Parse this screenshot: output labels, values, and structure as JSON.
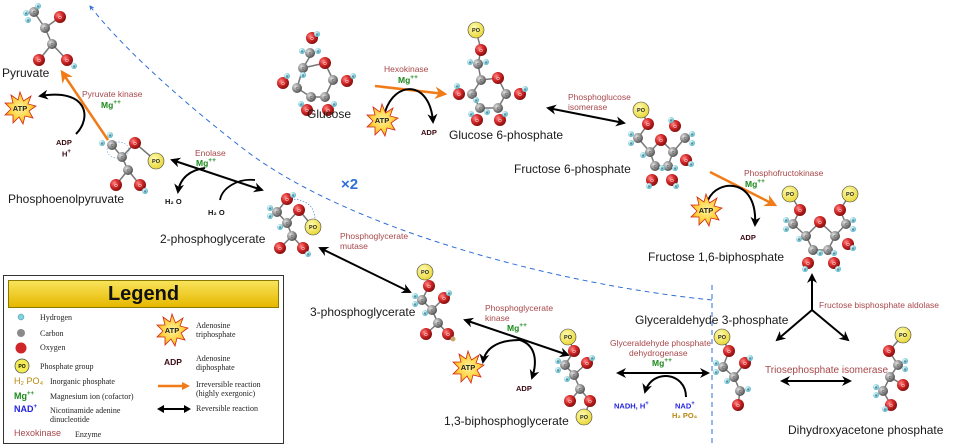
{
  "molecules": {
    "pyruvate": "Pyruvate",
    "phosphoenolpyruvate": "Phosphoenolpyruvate",
    "two_pg": "2-phosphoglycerate",
    "three_pg": "3-phosphoglycerate",
    "bpg": "1,3-biphosphoglycerate",
    "glucose": "Glucose",
    "g6p": "Glucose 6-phosphate",
    "f6p": "Fructose 6-phosphate",
    "f16bp": "Fructose 1,6-biphosphate",
    "gap": "Glyceraldehyde 3-phosphate",
    "dhap": "Dihydroxyacetone phosphate"
  },
  "enzymes": {
    "hexokinase": "Hexokinase",
    "pgi_1": "Phosphoglucose",
    "pgi_2": "isomerase",
    "pfk": "Phosphofructokinase",
    "aldolase": "Fructose bisphosphate aldolase",
    "tpi": "Triosephosphate isomerase",
    "gapdh_1": "Glyceraldehyde phosphate",
    "gapdh_2": "dehydrogenase",
    "pgk_1": "Phosphoglycerate",
    "pgk_2": "kinase",
    "pgm_1": "Phosphoglycerate",
    "pgm_2": "mutase",
    "enolase": "Enolase",
    "pk": "Pyruvate kinase"
  },
  "cofactors": {
    "mg": "Mg",
    "mg_charge": "++",
    "atp": "ATP",
    "adp": "ADP",
    "h_plus": "H",
    "plus": "+",
    "h2o": "H₂ O",
    "nadh": "NADH, H",
    "nad": "NAD",
    "pi": "H₂ PO₄"
  },
  "multiplier": "×2",
  "legend": {
    "title": "Legend",
    "items": [
      {
        "symbol": "hydrogen-atom",
        "label": "Hydrogen"
      },
      {
        "symbol": "carbon-atom",
        "label": "Carbon"
      },
      {
        "symbol": "oxygen-atom",
        "label": "Oxygen"
      },
      {
        "symbol": "phosphate-group",
        "label": "Phosphate group"
      },
      {
        "symbol": "H₂ PO₄",
        "label": "Inorganic phosphate"
      },
      {
        "symbol": "Mg",
        "label": "Magnesium ion (cofactor)"
      },
      {
        "symbol": "NAD",
        "label": "Nicotinamide adenine dinucleotide"
      },
      {
        "symbol": "Hexokinase",
        "label": "Enzyme"
      },
      {
        "symbol": "ATP",
        "label": "Adenosine triphosphate"
      },
      {
        "symbol": "ADP",
        "label": "Adenosine diphosphate"
      },
      {
        "symbol": "orange-arrow",
        "label": "Irreversible reaction (highly exergonic)"
      },
      {
        "symbol": "double-arrow",
        "label": "Reversible reaction"
      }
    ]
  },
  "colors": {
    "enzyme": "#a8474a",
    "magnesium": "#1b8a1b",
    "nad": "#2323e0",
    "phosphate_inorganic": "#b8860b",
    "irreversible": "#f07b17",
    "reversible": "#000000",
    "loop": "#2f6fd6",
    "oxygen": "#d0262a",
    "carbon": "#8a8a8a",
    "hydrogen": "#7fd3e0",
    "phosphate": "#f4ec54",
    "legend_title": "#f2cc1a"
  }
}
